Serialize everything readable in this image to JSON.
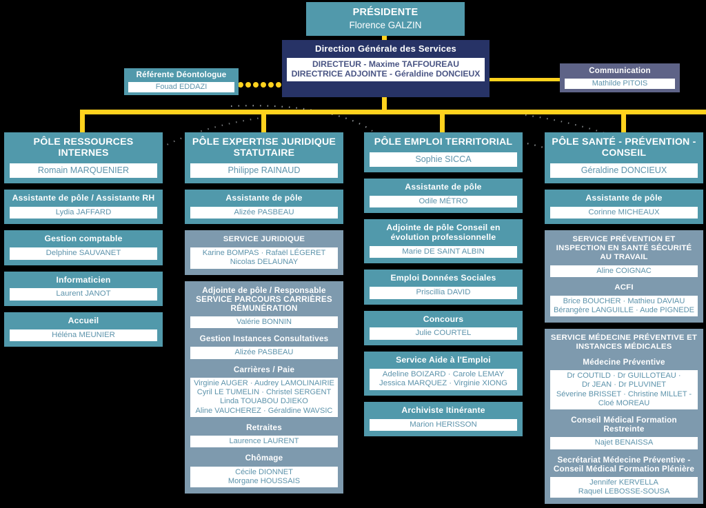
{
  "colors": {
    "teal": "#5199ab",
    "gray_blue": "#7e9aae",
    "navy": "#273366",
    "purple": "#5e6387",
    "yellow_connector": "#ffd21e",
    "name_text": "#5d93ab",
    "background": "#000000"
  },
  "top": {
    "president": {
      "title": "PRÉSIDENTE",
      "person": "Florence GALZIN"
    },
    "dgs": {
      "title": "Direction Générale des Services",
      "line1": "DIRECTEUR - Maxime TAFFOUREAU",
      "line2": "DIRECTRICE ADJOINTE - Géraldine DONCIEUX"
    },
    "deontologue": {
      "title": "Référente Déontologue",
      "person": "Fouad EDDAZI"
    },
    "communication": {
      "title": "Communication",
      "person": "Mathilde PITOIS"
    }
  },
  "columns": [
    {
      "id": "pole-ressources-internes",
      "head": {
        "title": "PÔLE RESSOURCES INTERNES",
        "person": "Romain MARQUENIER"
      },
      "units": [
        {
          "title": "Assistante de pôle / Assistante RH",
          "people": [
            "Lydia JAFFARD"
          ]
        },
        {
          "title": "Gestion comptable",
          "people": [
            "Delphine SAUVANET"
          ]
        },
        {
          "title": "Informaticien",
          "people": [
            "Laurent JANOT"
          ]
        },
        {
          "title": "Accueil",
          "people": [
            "Héléna MEUNIER"
          ]
        }
      ]
    },
    {
      "id": "pole-expertise-juridique-statutaire",
      "head": {
        "title": "PÔLE EXPERTISE JURIDIQUE STATUTAIRE",
        "person": "Philippe RAINAUD"
      },
      "units": [
        {
          "title": "Assistante de pôle",
          "people": [
            "Alizée PASBEAU"
          ]
        }
      ],
      "blocks": [
        {
          "id": "service-juridique",
          "sections": [
            {
              "title": "SERVICE JURIDIQUE",
              "people": [
                "Karine BOMPAS · Rafaël LÉGERET",
                "Nicolas DELAUNAY"
              ]
            }
          ]
        },
        {
          "id": "parcours-carrieres-remuneration",
          "sections": [
            {
              "title": "Adjointe de pôle / Responsable SERVICE PARCOURS CARRIÈRES RÉMUNÉRATION",
              "people": [
                "Valérie BONNIN"
              ]
            },
            {
              "title": "Gestion Instances Consultatives",
              "people": [
                "Alizée PASBEAU"
              ]
            },
            {
              "title": "Carrières / Paie",
              "people": [
                "Virginie AUGER · Audrey LAMOLINAIRIE",
                "Cyril LE TUMELIN · Christel SERGENT",
                "Linda TOUABOU DJIEKO",
                "Aline VAUCHEREZ · Géraldine WAVSIC"
              ]
            },
            {
              "title": "Retraites",
              "people": [
                "Laurence LAURENT"
              ]
            },
            {
              "title": "Chômage",
              "people": [
                "Cécile DIONNET",
                "Morgane HOUSSAIS"
              ]
            }
          ]
        }
      ]
    },
    {
      "id": "pole-emploi-territorial",
      "head": {
        "title": "PÔLE EMPLOI TERRITORIAL",
        "person": "Sophie SICCA"
      },
      "units": [
        {
          "title": "Assistante de pôle",
          "people": [
            "Odile MÉTRO"
          ]
        },
        {
          "title": "Adjointe de pôle Conseil en évolution professionnelle",
          "people": [
            "Marie DE SAINT ALBIN"
          ]
        },
        {
          "title": "Emploi Données Sociales",
          "people": [
            "Priscillia DAVID"
          ]
        },
        {
          "title": "Concours",
          "people": [
            "Julie COURTEL"
          ]
        },
        {
          "title": "Service Aide à l'Emploi",
          "people": [
            "Adeline BOIZARD · Carole LEMAY",
            "Jessica MARQUEZ · Virginie XIONG"
          ]
        },
        {
          "title": "Archiviste Itinérante",
          "people": [
            "Marion HERISSON"
          ]
        }
      ]
    },
    {
      "id": "pole-sante-prevention-conseil",
      "head": {
        "title": "PÔLE SANTÉ - PRÉVENTION - CONSEIL",
        "person": "Géraldine DONCIEUX"
      },
      "units": [
        {
          "title": "Assistante de pôle",
          "people": [
            "Corinne MICHEAUX"
          ]
        }
      ],
      "blocks": [
        {
          "id": "service-prevention-inspection",
          "sections": [
            {
              "title": "SERVICE PRÉVENTION ET INSPECTION EN SANTÉ SÉCURITÉ AU TRAVAIL",
              "people": [
                "Aline COIGNAC"
              ]
            },
            {
              "title": "ACFI",
              "people": [
                "Brice BOUCHER · Mathieu DAVIAU",
                "Bérangère LANGUILLE · Aude PIGNEDE"
              ]
            }
          ]
        },
        {
          "id": "service-medecine-preventive",
          "sections": [
            {
              "title": "SERVICE MÉDECINE PRÉVENTIVE ET INSTANCES MÉDICALES",
              "people": []
            },
            {
              "title": "Médecine Préventive",
              "people": [
                "Dr COUTILD · Dr GUILLOTEAU ·",
                "Dr JEAN · Dr PLUVINET",
                "Séverine BRISSET · Christine MILLET -",
                "Cloé MOREAU"
              ]
            },
            {
              "title": "Conseil Médical Formation Restreinte",
              "people": [
                "Najet BENAISSA"
              ]
            },
            {
              "title": "Secrétariat Médecine Préventive - Conseil Médical Formation Plénière",
              "people": [
                "Jennifer KERVELLA",
                "Raquel LEBOSSE-SOUSA"
              ]
            }
          ]
        }
      ]
    }
  ]
}
